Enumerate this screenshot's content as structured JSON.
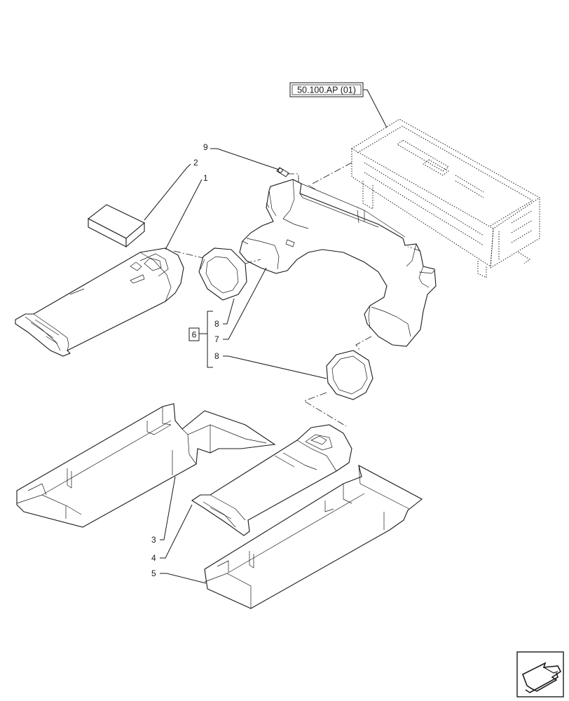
{
  "reference_label": "50.100.AP (01)",
  "group_label": "6",
  "callouts": {
    "c1": "1",
    "c2": "2",
    "c3": "3",
    "c4": "4",
    "c5": "5",
    "c7": "7",
    "c8a": "8",
    "c8b": "8",
    "c9": "9"
  },
  "nav_icon": "next-page-arrow-icon"
}
